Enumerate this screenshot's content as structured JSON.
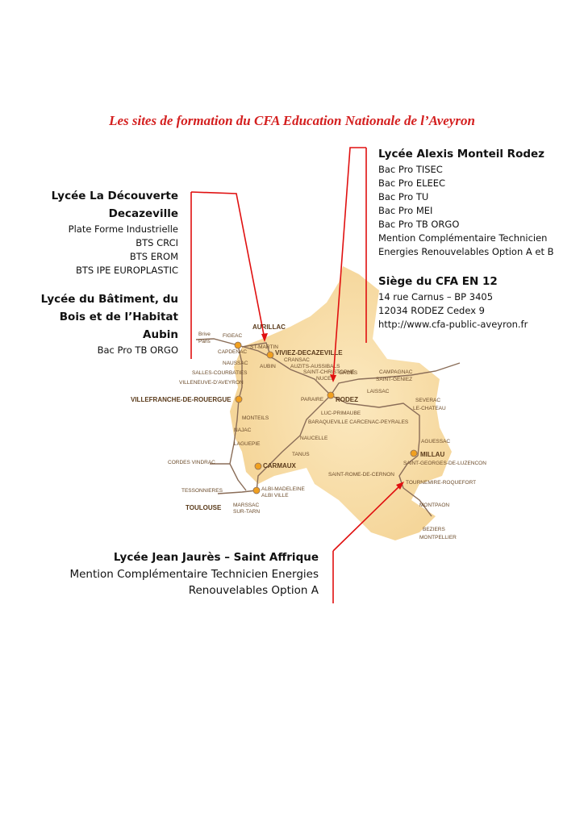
{
  "title": "Les sites de formation du CFA Education Nationale de l’Aveyron",
  "rodez": {
    "name": "Lycée Alexis Monteil Rodez",
    "lines": [
      "Bac Pro TISEC",
      "Bac Pro ELEEC",
      "Bac Pro TU",
      "Bac Pro MEI",
      "Bac Pro TB ORGO",
      "Mention Complémentaire Technicien",
      "Energies Renouvelables Option A et B"
    ]
  },
  "decazeville": {
    "name1": "Lycée La Découverte",
    "name2": "Decazeville",
    "lines": [
      "Plate Forme Industrielle",
      "BTS CRCI",
      "BTS EROM",
      "BTS IPE EUROPLASTIC"
    ]
  },
  "aubin": {
    "name1": "Lycée du Bâtiment, du",
    "name2": "Bois et de l’Habitat",
    "name3": "Aubin",
    "lines": [
      "Bac Pro TB ORGO"
    ]
  },
  "siege": {
    "name": "Siège du CFA EN 12",
    "lines": [
      "14 rue Carnus – BP 3405",
      "12034 RODEZ Cedex 9",
      "http://www.cfa-public-aveyron.fr"
    ]
  },
  "saint_affrique": {
    "name": "Lycée Jean Jaurès – Saint Affrique",
    "line1": "Mention Complémentaire Technicien Energies",
    "line2": "Renouvelables Option A"
  },
  "map_labels": {
    "aurillac": "AURILLAC",
    "brive": "Brive",
    "paris": "Paris",
    "figeac": "FIGEAC",
    "capdenac": "CAPDENAC",
    "naussac": "NAUSSAC",
    "salles": "SALLES-COURBATIES",
    "villeneuve": "VILLENEUVE-D’AVEYRON",
    "villefranche": "VILLEFRANCHE-DE-ROUERGUE",
    "monteils": "MONTEILS",
    "najac": "NAJAC",
    "laguepie": "LAGUEPIE",
    "cordes": "CORDES VINDRAC",
    "tessonnieres": "TESSONNIERES",
    "toulouse": "TOULOUSE",
    "marssac": "MARSSAC",
    "sur_tarn": "SUR-TARN",
    "albi_madeleine": "ALBI-MADELEINE",
    "albi_ville": "ALBI VILLE",
    "carmaux": "CARMAUX",
    "tanus": "TANUS",
    "naucelle": "NAUCELLE",
    "baraqueville": "BARAQUEVILLE CARCENAC-PEYRALES",
    "luc": "LUC-PRIMAUBE",
    "paraire": "PARAIRE",
    "rodez_map": "RODEZ",
    "nuces": "NUCES",
    "st_christophe": "SAINT-CHRISTOPHE",
    "auzits": "AUZITS-AUSSIBALS",
    "cransac": "CRANSAC",
    "aubin_map": "AUBIN",
    "st_martin": "ST-MARTIN",
    "viviez": "VIVIEZ-DECAZEVILLE",
    "gages": "GAGES",
    "laissac": "LAISSAC",
    "campagnac": "CAMPAGNAC",
    "st_geniez": "SAINT-GENIEZ",
    "severac": "SEVERAC",
    "le_chateau": "LE-CHATEAU",
    "aguessac": "AGUESSAC",
    "millau": "MILLAU",
    "st_georges": "SAINT-GEORGES-DE-LUZENCON",
    "st_rome": "SAINT-ROME-DE-CERNON",
    "tournemire": "TOURNEMIRE-ROQUEFORT",
    "montpaon": "MONTPAON",
    "beziers": "BEZIERS",
    "montpellier": "MONTPELLIER"
  },
  "colors": {
    "title": "#d41f1f",
    "pointer": "#e01010",
    "map_fill": "#f7dca4",
    "rail": "#8a6d58",
    "station": "#f0a020"
  }
}
